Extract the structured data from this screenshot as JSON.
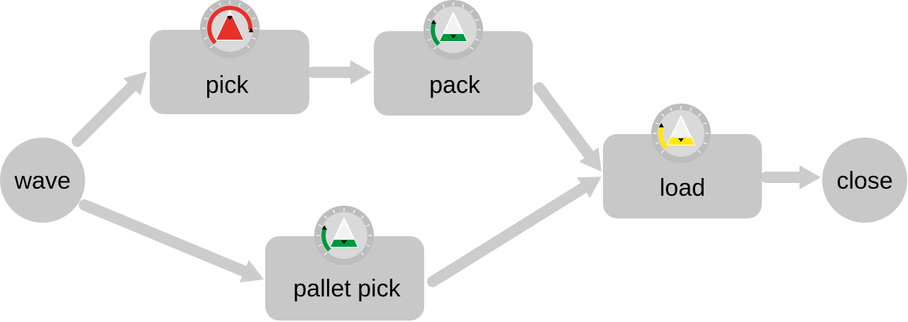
{
  "colors": {
    "node_fill": "#c8c8c8",
    "arrow_fill": "#cccccc",
    "gauge_back": "#bdbdbd",
    "gauge_face": "#d9d9d9",
    "tick": "#f2f2f2",
    "marker": "#000000"
  },
  "nodes": [
    {
      "id": "wave",
      "label": "wave",
      "shape": "circle"
    },
    {
      "id": "pick",
      "label": "pick",
      "shape": "rounded-rect",
      "gauge": {
        "status": "red",
        "status_color": "#e8302a",
        "level": 0.85
      }
    },
    {
      "id": "pack",
      "label": "pack",
      "shape": "rounded-rect",
      "gauge": {
        "status": "green",
        "status_color": "#00963f",
        "level": 0.25
      }
    },
    {
      "id": "pallet-pick",
      "label": "pallet pick",
      "shape": "rounded-rect",
      "gauge": {
        "status": "green",
        "status_color": "#00963f",
        "level": 0.25
      }
    },
    {
      "id": "load",
      "label": "load",
      "shape": "rounded-rect",
      "gauge": {
        "status": "yellow",
        "status_color": "#ffe800",
        "level": 0.25
      }
    },
    {
      "id": "close",
      "label": "close",
      "shape": "circle"
    }
  ],
  "edges": [
    {
      "from": "wave",
      "to": "pick"
    },
    {
      "from": "pick",
      "to": "pack"
    },
    {
      "from": "pack",
      "to": "load"
    },
    {
      "from": "wave",
      "to": "pallet-pick"
    },
    {
      "from": "pallet-pick",
      "to": "load"
    },
    {
      "from": "load",
      "to": "close"
    }
  ]
}
